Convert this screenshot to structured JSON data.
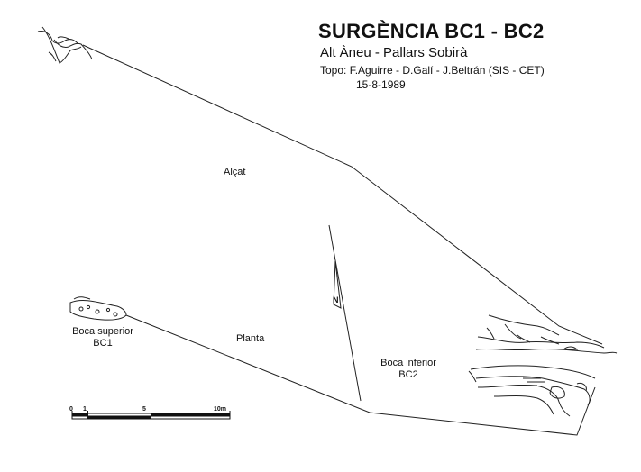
{
  "header": {
    "title": "SURGÈNCIA BC1 - BC2",
    "subtitle": "Alt Àneu - Pallars Sobirà",
    "topo": "Topo: F.Aguirre - D.Galí - J.Beltrán  (SIS - CET)",
    "date": "15-8-1989"
  },
  "labels": {
    "alcat": "Alçat",
    "planta": "Planta",
    "bc1_line1": "Boca superior",
    "bc1_line2": "BC1",
    "bc2_line1": "Boca inferior",
    "bc2_line2": "BC2"
  },
  "north": {
    "letter": "N"
  },
  "scale": {
    "ticks": [
      "0",
      "1",
      "5",
      "10m"
    ],
    "segments": [
      0,
      1,
      5,
      10
    ]
  },
  "colors": {
    "ink": "#111111",
    "paper": "#ffffff"
  }
}
